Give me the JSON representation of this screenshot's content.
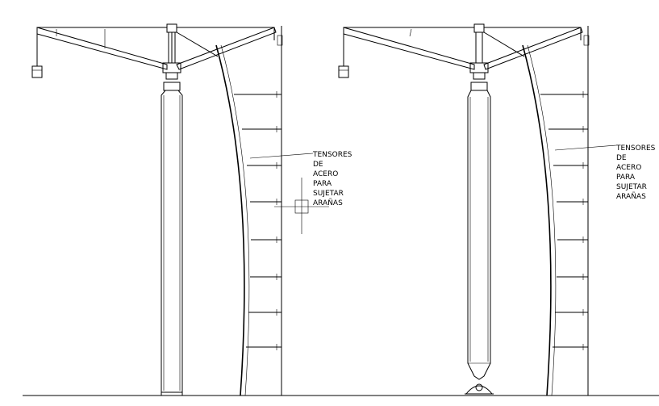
{
  "drawing": {
    "views": [
      {
        "id": "left-view",
        "label_lines": [
          "TENSORES",
          "DE",
          "ACERO",
          "PARA",
          "SUJETAR",
          "ARAÑAS"
        ]
      },
      {
        "id": "right-view",
        "label_lines": [
          "TENSORES",
          "DE",
          "ACERO",
          "PARA",
          "SUJETAR",
          "ARAÑAS"
        ]
      }
    ],
    "line_color": "#000000",
    "background": "#ffffff"
  }
}
